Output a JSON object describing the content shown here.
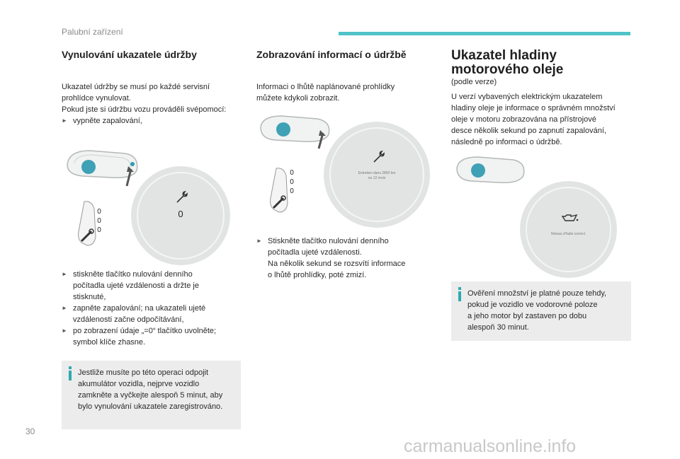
{
  "header": {
    "section": "Palubní zařízení"
  },
  "col1": {
    "title": "Vynulování ukazatele údržby",
    "intro": [
      "Ukazatel údržby se musí po každé servisní",
      "prohlídce vynulovat.",
      "Pokud jste si údržbu vozu prováděli svépomocí:"
    ],
    "bullet1": "vypněte zapalování,",
    "gauge_value": "0",
    "odo_digits": [
      "0",
      "0",
      "0"
    ],
    "steps": [
      [
        "stiskněte tlačítko nulování denního",
        "počítadla ujeté vzdálenosti a držte je",
        "stisknuté,"
      ],
      [
        "zapněte zapalování; na ukazateli ujeté",
        "vzdálenosti začne odpočítávání,"
      ],
      [
        "po zobrazení údaje „=0“ tlačítko uvolněte;",
        "symbol klíče zhasne."
      ]
    ],
    "note": [
      "Jestliže musíte po této operaci odpojit",
      "akumulátor vozidla, nejprve vozidlo",
      "zamkněte a vyčkejte alespoň 5 minut, aby",
      "bylo vynulování ukazatele zaregistrováno."
    ]
  },
  "col2": {
    "title": "Zobrazování informací o údržbě",
    "intro": [
      "Informaci o lhůtě naplánované prohlídky",
      "můžete kdykoli zobrazit."
    ],
    "gauge_msg": [
      "Entretien dans 2800 km",
      "ou 12 mois"
    ],
    "odo_digits": [
      "0",
      "0",
      "0"
    ],
    "step": [
      "Stiskněte tlačítko nulování denního",
      "počítadla ujeté vzdálenosti.",
      "Na několik sekund se rozsvítí informace",
      "o lhůtě prohlídky, poté zmizí."
    ]
  },
  "col3": {
    "title_line1": "Ukazatel hladiny",
    "title_line2": "motorového oleje",
    "subtitle": "(podle verze)",
    "body": [
      "U verzí vybavených elektrickým ukazatelem",
      "hladiny oleje je informace o správném množství",
      "oleje v motoru zobrazována na přístrojové",
      "desce několik sekund po zapnutí zapalování,",
      "následně po informaci o údržbě."
    ],
    "gauge_msg": "Niveau d'huile correct",
    "note": [
      "Ověření množství je platné pouze tehdy,",
      "pokud je vozidlo ve vodorovné poloze",
      "a jeho motor byl zastaven po dobu",
      "alespoň 30 minut."
    ]
  },
  "footer": {
    "page_number": "30",
    "watermark": "carmanualsonline.info"
  },
  "colors": {
    "accent": "#4fc3c7",
    "note_bg": "#ececec",
    "gauge_bg": "#e2e4e4"
  }
}
